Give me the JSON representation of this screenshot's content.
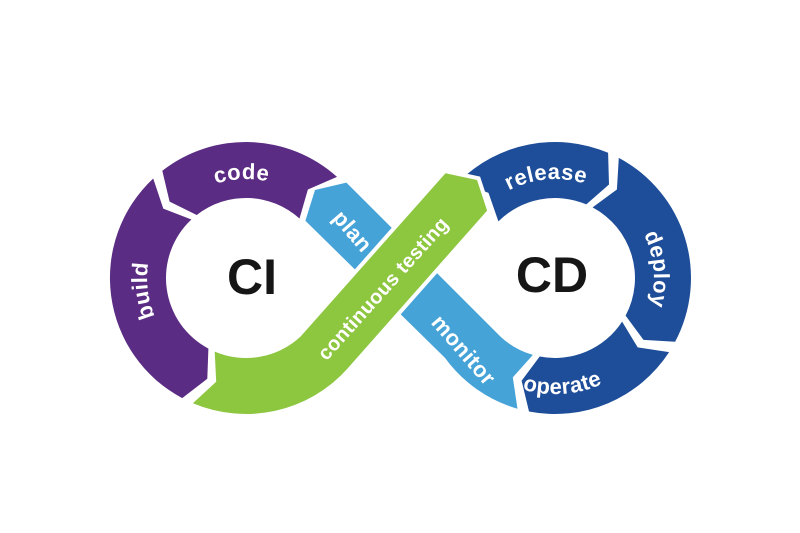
{
  "diagram": {
    "center_labels": {
      "left": "CI",
      "right": "CD"
    },
    "segments": {
      "code": "code",
      "build": "build",
      "release": "release",
      "deploy": "deploy",
      "operate": "operate"
    },
    "bands": {
      "plan": "plan",
      "monitor": "monitor",
      "continuous_testing": "continuous testing"
    },
    "colors": {
      "purple": "#5b2c83",
      "dark_blue": "#1e4e99",
      "light_blue": "#45a3d8",
      "green": "#8dc63f",
      "band_text": "#ffffff",
      "center_text": "#161616",
      "background": "#ffffff"
    }
  }
}
